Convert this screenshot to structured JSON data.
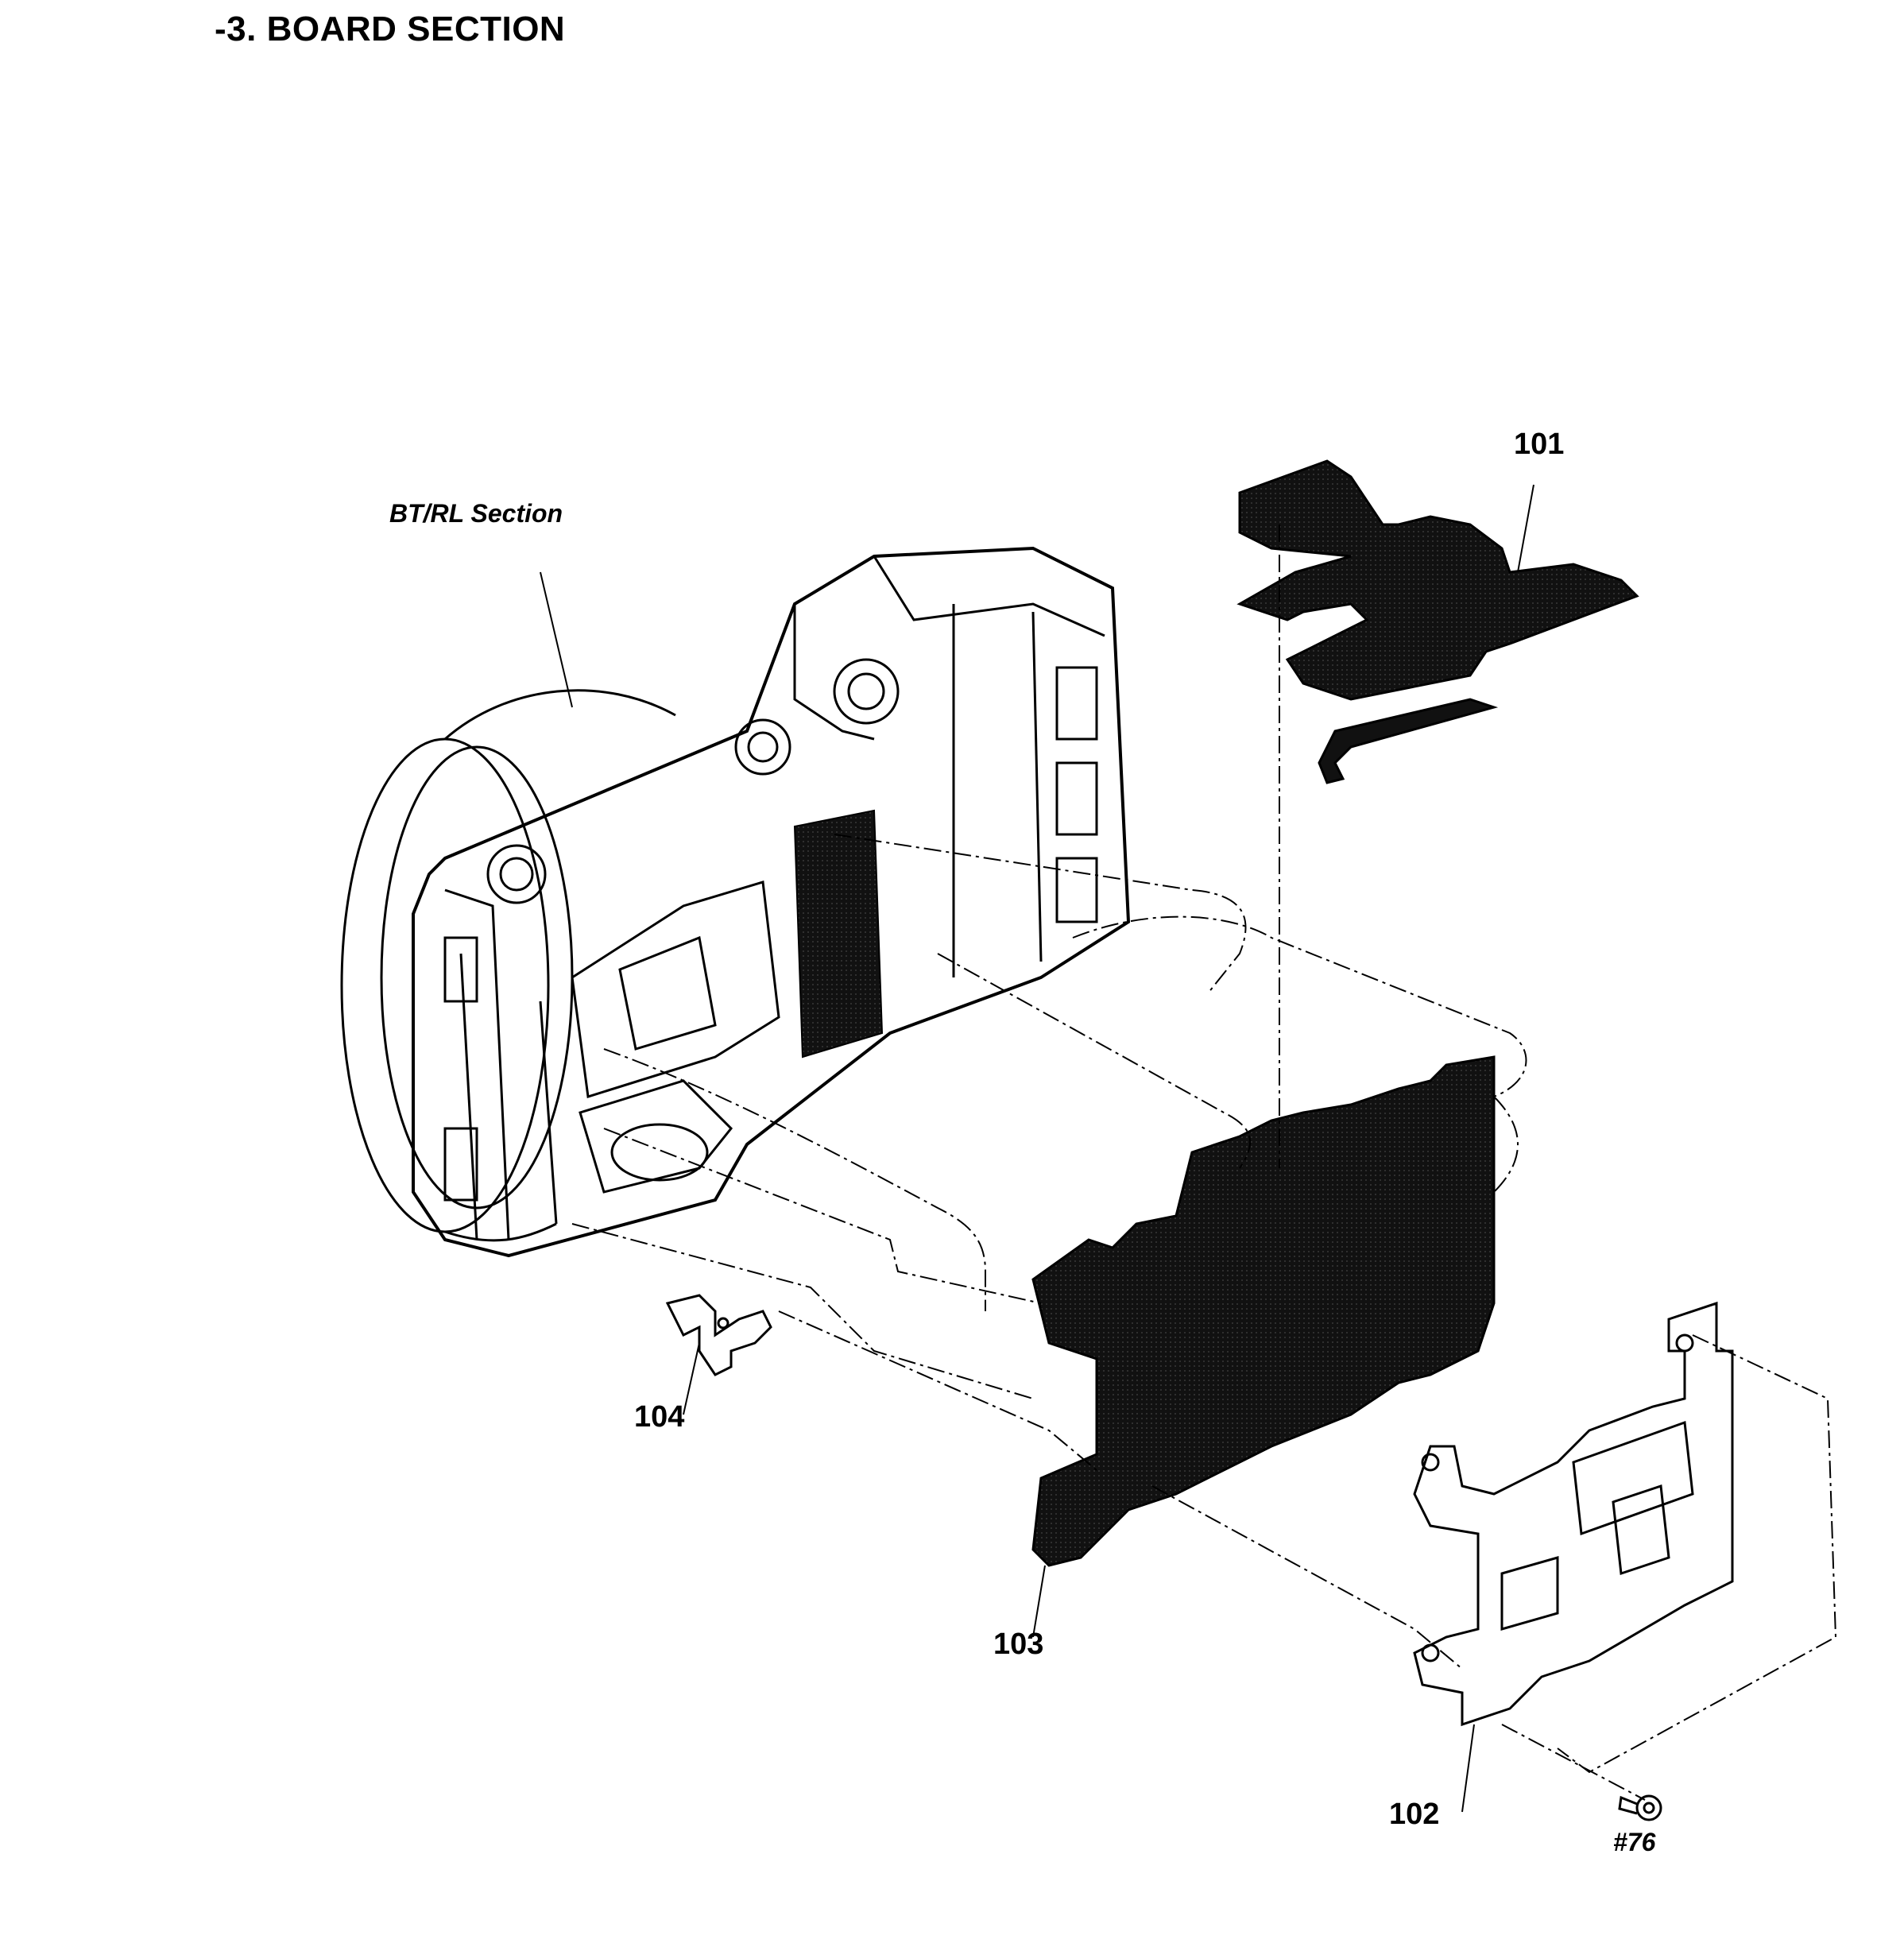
{
  "heading": "-3. BOARD SECTION",
  "section_label": "BT/RL Section",
  "callouts": {
    "p101": "101",
    "p102": "102",
    "p103": "103",
    "p104": "104",
    "screw": "#76"
  },
  "colors": {
    "ink": "#000000",
    "board": "#111111",
    "paper": "#ffffff"
  }
}
